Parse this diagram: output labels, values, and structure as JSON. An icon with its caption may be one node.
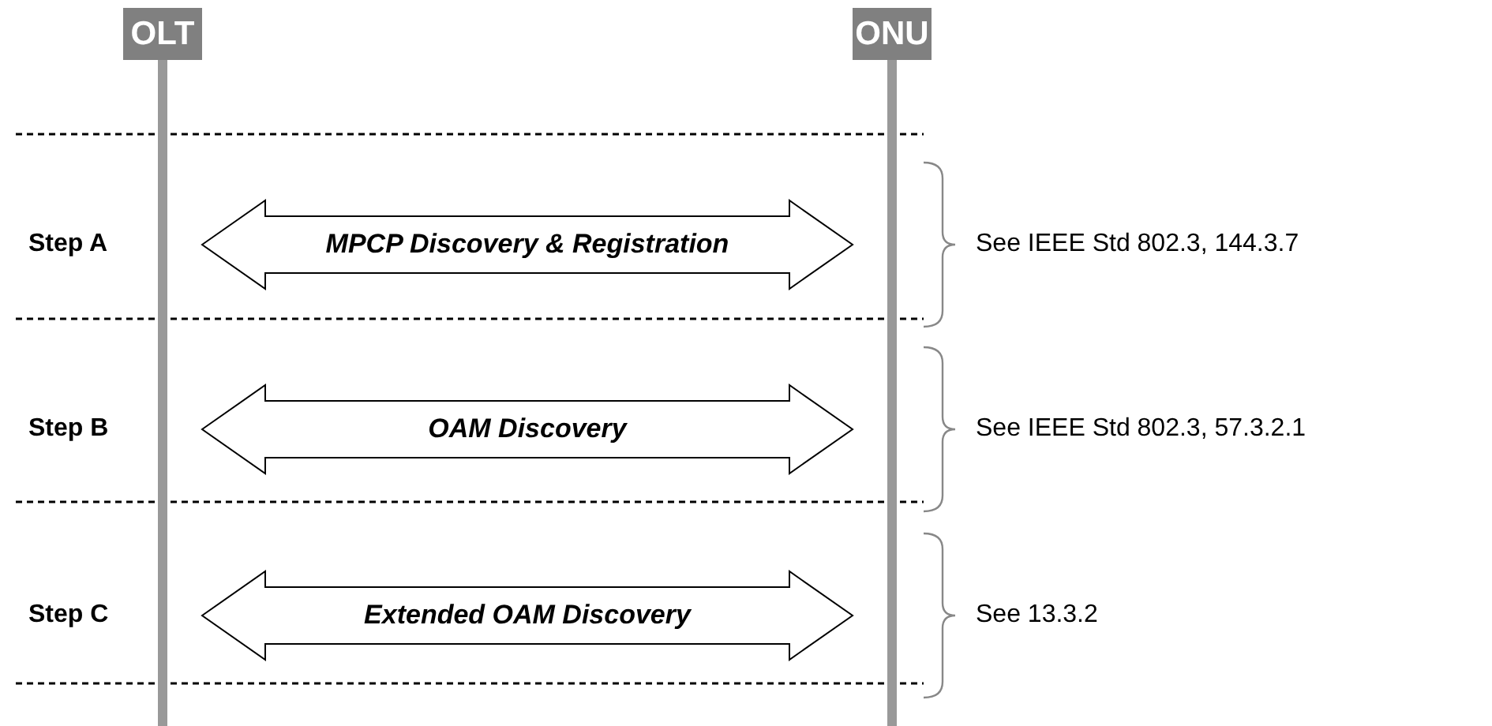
{
  "diagram": {
    "nodes": [
      {
        "text": [
          "OLT"
        ]
      },
      {
        "text": [
          "ONU"
        ]
      }
    ],
    "edges": [
      {
        "from": 0,
        "to": 1,
        "arrow": "both",
        "label": "MPCP Discovery & Registration"
      },
      {
        "from": 0,
        "to": 1,
        "arrow": "both",
        "label": "OAM Discovery"
      },
      {
        "from": 0,
        "to": 1,
        "arrow": "both",
        "label": "Extended OAM Discovery"
      }
    ],
    "labels": [
      "Step A",
      "See IEEE Std 802.3, 144.3.7",
      "Step B",
      "See IEEE Std 802.3, 57.3.2.1",
      "Step C",
      "See 13.3.2"
    ]
  }
}
